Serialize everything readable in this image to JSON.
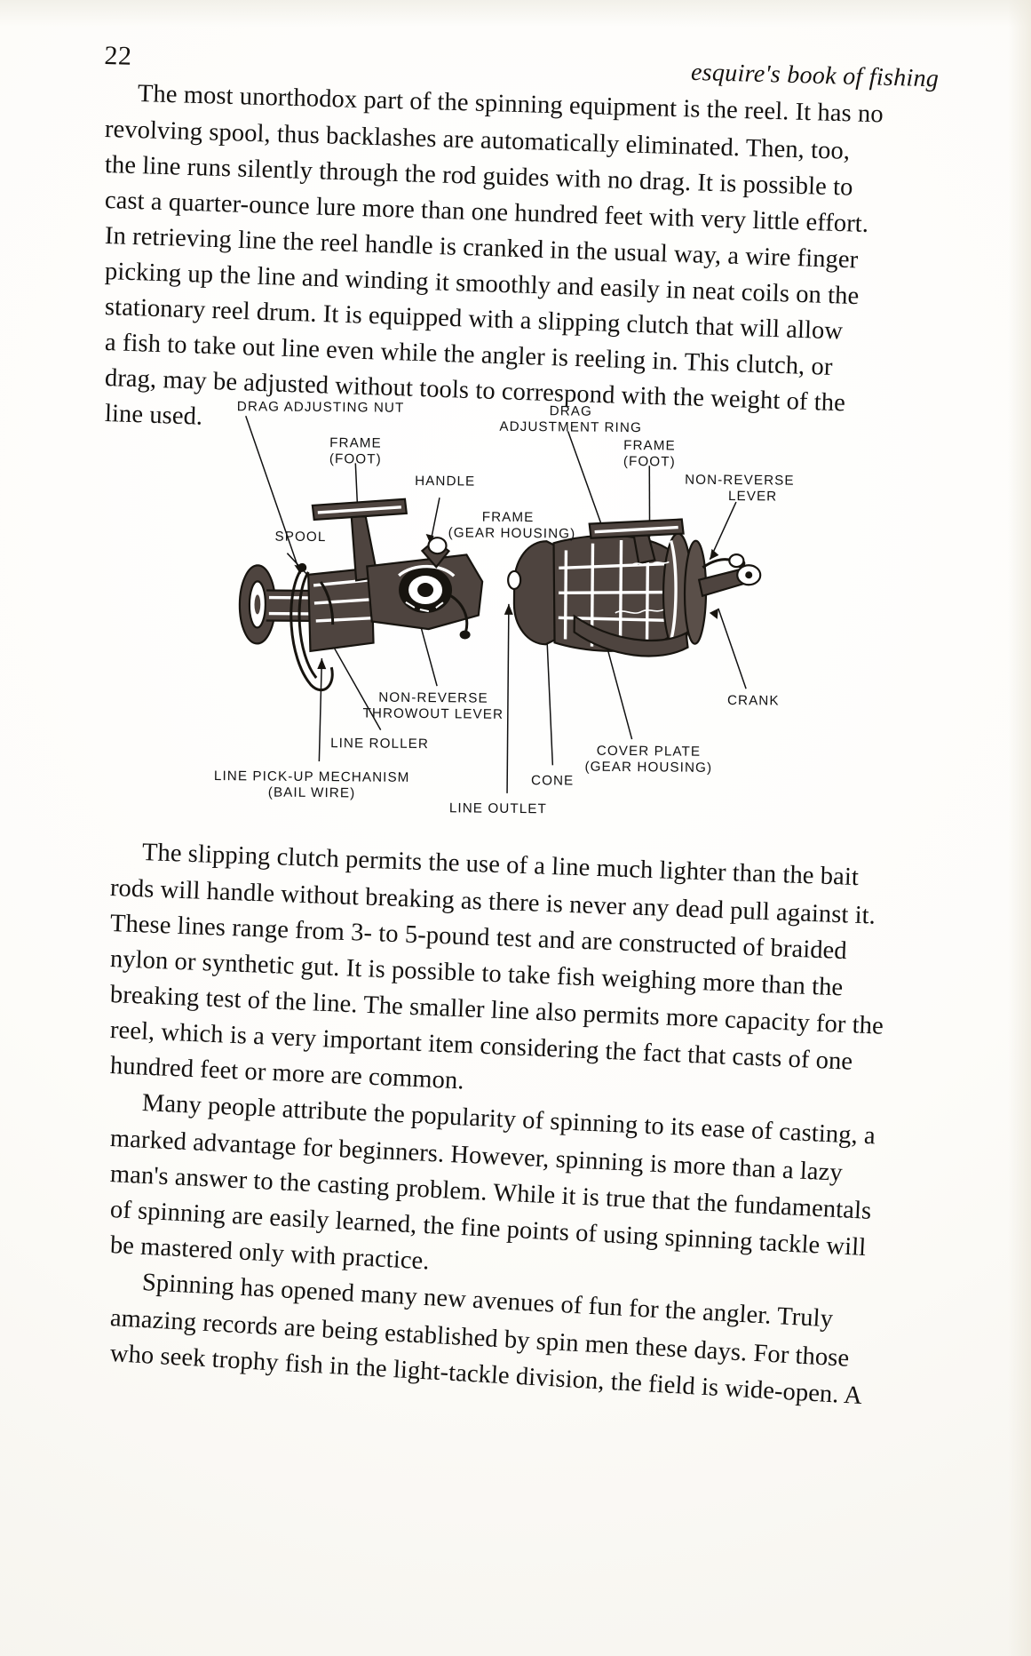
{
  "page": {
    "folio": "22",
    "running_head": "esquire's book of fishing",
    "background_color": "#fdfdfb",
    "ink_color": "#141210",
    "illustration_fill": "#4e443f"
  },
  "paragraphs": [
    {
      "id": "para-1",
      "lines": [
        "The most unorthodox part of the spinning equipment is the reel. It has no",
        "revolving spool, thus backlashes are automatically eliminated. Then, too,",
        "the line runs silently through the rod guides with no drag. It is possible to",
        "cast a quarter-ounce lure more than one hundred feet with very little effort.",
        "In retrieving line the reel handle is cranked in the usual way, a wire finger",
        "picking up the line and winding it smoothly and easily in neat coils on the",
        "stationary reel drum. It is equipped with a slipping clutch that will allow",
        "a fish to take out line even while the angler is reeling in. This clutch, or",
        "drag, may be adjusted without tools to correspond with the weight of the",
        "line used."
      ]
    },
    {
      "id": "para-2",
      "lines": [
        "The slipping clutch permits the use of a line much lighter than the bait",
        "rods will handle without breaking as there is never any dead pull against it.",
        "These lines range from 3- to 5-pound test and are constructed of braided",
        "nylon or synthetic gut. It is possible to take fish weighing more than the",
        "breaking test of the line. The smaller line also permits more capacity for the",
        "reel, which is a very important item considering the fact that casts of one",
        "hundred feet or more are common."
      ]
    },
    {
      "id": "para-3",
      "lines": [
        "Many people attribute the popularity of spinning to its ease of casting, a",
        "marked advantage for beginners. However, spinning is more than a lazy",
        "man's answer to the casting problem. While it is true that the fundamentals",
        "of spinning are easily learned, the fine points of using spinning tackle will",
        "be mastered only with practice."
      ]
    },
    {
      "id": "para-4",
      "lines": [
        "Spinning has opened many new avenues of fun for the angler. Truly",
        "amazing records are being established by spin men these days. For those",
        "who seek trophy fish in the light-tackle division, the field is wide-open. A"
      ]
    }
  ],
  "figure": {
    "caption_type": "exploded-diagram",
    "subject": "spinning reel",
    "labels": [
      {
        "id": "drag-adjusting-nut",
        "lines": [
          "DRAG  ADJUSTING  NUT"
        ]
      },
      {
        "id": "frame-foot-left",
        "lines": [
          "FRAME",
          "(FOOT)"
        ]
      },
      {
        "id": "handle",
        "lines": [
          "HANDLE"
        ]
      },
      {
        "id": "spool",
        "lines": [
          "SPOOL"
        ]
      },
      {
        "id": "drag-adjustment-ring",
        "lines": [
          "DRAG",
          "ADJUSTMENT  RING"
        ]
      },
      {
        "id": "frame-foot-right",
        "lines": [
          "FRAME",
          "(FOOT)"
        ]
      },
      {
        "id": "non-reverse-lever",
        "lines": [
          "NON-REVERSE",
          "LEVER"
        ]
      },
      {
        "id": "frame-gear-housing",
        "lines": [
          "FRAME",
          "(GEAR  HOUSING)"
        ]
      },
      {
        "id": "non-reverse-throwout-lever",
        "lines": [
          "NON-REVERSE",
          "THROWOUT  LEVER"
        ]
      },
      {
        "id": "line-roller",
        "lines": [
          "LINE  ROLLER"
        ]
      },
      {
        "id": "line-pickup-mechanism",
        "lines": [
          "LINE  PICK-UP  MECHANISM",
          "(BAIL  WIRE)"
        ]
      },
      {
        "id": "crank",
        "lines": [
          "CRANK"
        ]
      },
      {
        "id": "cover-plate",
        "lines": [
          "COVER  PLATE",
          "(GEAR  HOUSING)"
        ]
      },
      {
        "id": "cone",
        "lines": [
          "CONE"
        ]
      },
      {
        "id": "line-outlet",
        "lines": [
          "LINE  OUTLET"
        ]
      }
    ]
  }
}
